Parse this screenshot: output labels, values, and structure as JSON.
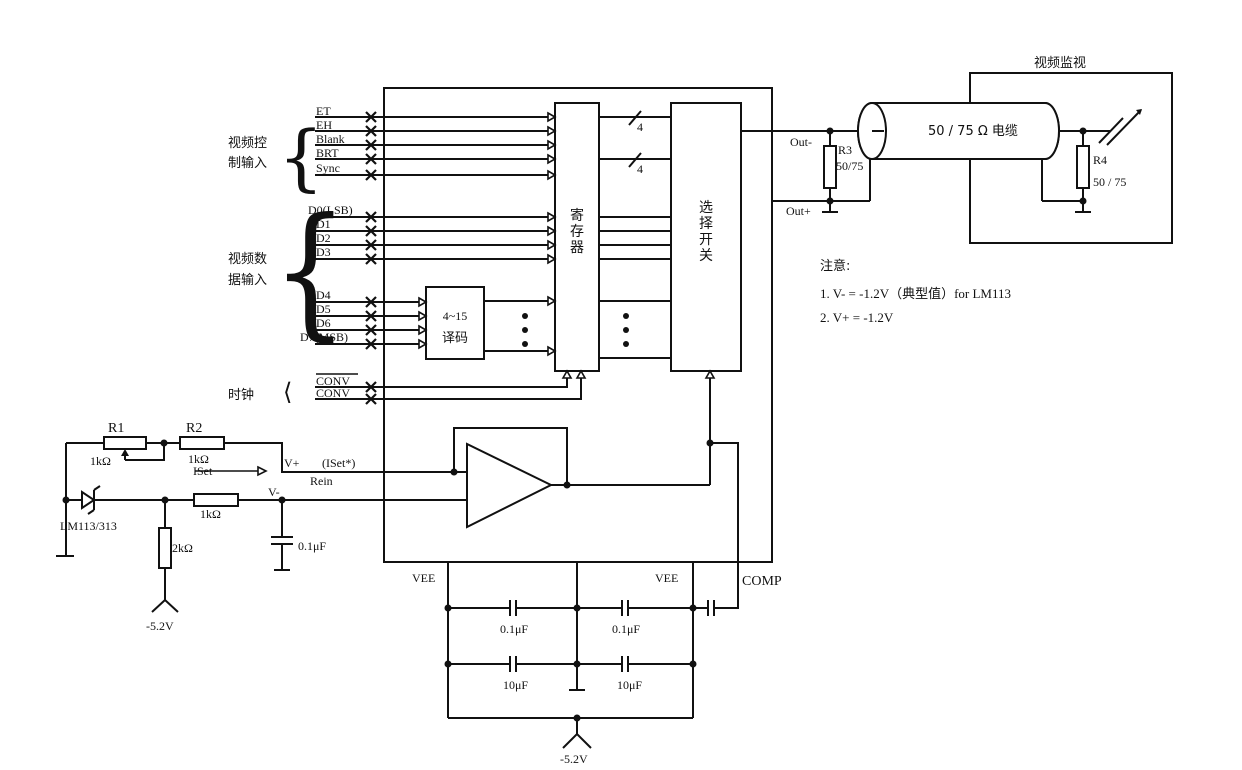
{
  "groups": {
    "video_control_input": "视频控\n制输入",
    "video_data_input": "视频数\n据输入",
    "clock": "时钟",
    "video_monitor": "视频监视"
  },
  "control_signals": [
    "ET",
    "EH",
    "Blank",
    "BRT",
    "Sync"
  ],
  "data_signals_upper": [
    "D0(LSB)",
    "D1",
    "D2",
    "D3"
  ],
  "data_signals_lower": [
    "D4",
    "D5",
    "D6",
    "D7(MSB)"
  ],
  "clock_signals": [
    "CONV",
    "CONV"
  ],
  "blocks": {
    "register": "寄存器",
    "selector_switch": "选择开关",
    "decoder_line1": "4~15",
    "decoder_line2": "译码"
  },
  "bus_widths": [
    "4",
    "4"
  ],
  "reference_circuit": {
    "r1_label": "R1",
    "r1_value": "1kΩ",
    "r2_label": "R2",
    "r2_value": "1kΩ",
    "iset_label": "ISet",
    "vplus_label": "V+",
    "iset_star_label": "(ISet*)",
    "rein_label": "Rein",
    "vminus_label": "V-",
    "zener_label": "LM113/313",
    "series_resistor": "1kΩ",
    "pulldown_resistor": "2kΩ",
    "cap_value": "0.1μF",
    "supply": "-5.2V"
  },
  "power": {
    "vee_left": "VEE",
    "vee_right": "VEE",
    "comp_label": "COMP",
    "cap_top_left": "0.1μF",
    "cap_top_right": "0.1μF",
    "cap_bot_left": "10μF",
    "cap_bot_right": "10μF",
    "supply": "-5.2V"
  },
  "output": {
    "out_minus": "Out-",
    "out_plus": "Out+",
    "r3_label": "R3",
    "r3_value": "50/75",
    "cable_label": "50 / 75 Ω 电缆",
    "r4_label": "R4",
    "r4_value": "50 / 75"
  },
  "notes": {
    "title": "注意:",
    "line1": "1. V- = -1.2V（典型值）for LM113",
    "line2": "2. V+ = -1.2V"
  }
}
